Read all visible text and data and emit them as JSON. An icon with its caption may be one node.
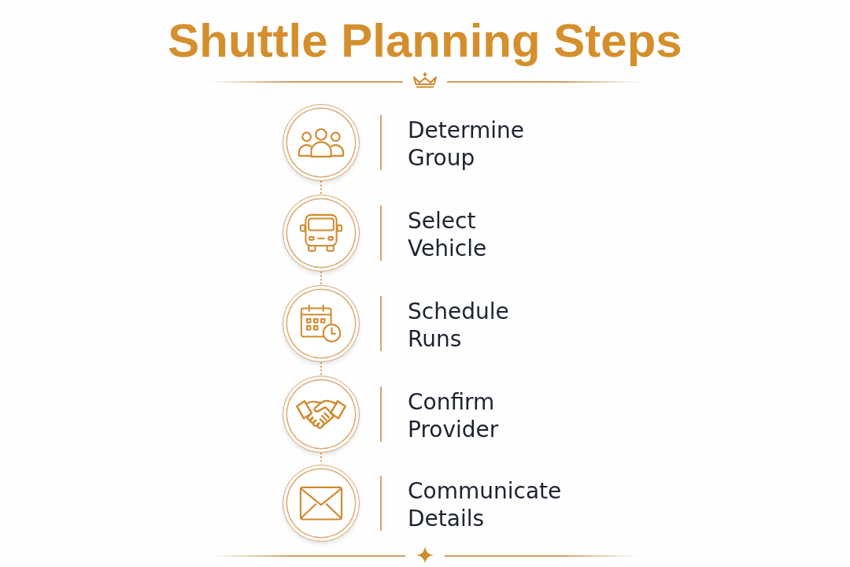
{
  "diagram": {
    "title": "Shuttle Planning Steps",
    "nodes": [
      {
        "text": [],
        "shape": "circle",
        "beside": [
          "Determine Group"
        ]
      },
      {
        "text": [],
        "shape": "circle",
        "beside": [
          "Select Vehicle"
        ]
      },
      {
        "text": [],
        "shape": "circle",
        "beside": [
          "Schedule Runs"
        ]
      },
      {
        "text": [],
        "shape": "circle",
        "beside": [
          "Confirm Provider"
        ]
      },
      {
        "text": [],
        "shape": "circle",
        "beside": [
          "Communicate Details"
        ]
      }
    ],
    "edges": [
      {
        "from": 0,
        "to": 1,
        "arrow": "none",
        "style": "dashed"
      },
      {
        "from": 1,
        "to": 2,
        "arrow": "none",
        "style": "dashed"
      },
      {
        "from": 2,
        "to": 3,
        "arrow": "none",
        "style": "dashed"
      },
      {
        "from": 3,
        "to": 4,
        "arrow": "none",
        "style": "dashed"
      }
    ]
  }
}
